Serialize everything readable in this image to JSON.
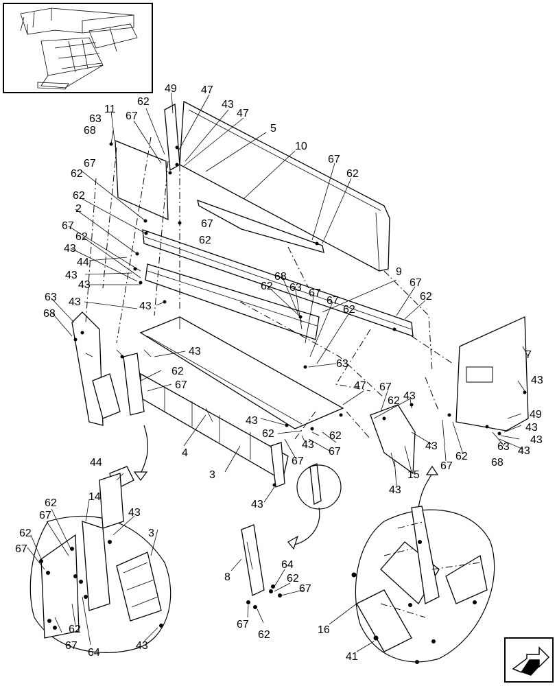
{
  "labels": {
    "l49a": "49",
    "l47a": "47",
    "l62a": "62",
    "l43a": "43",
    "l47b": "47",
    "l63a": "63",
    "l11": "11",
    "l67a": "67",
    "l68a": "68",
    "l5": "5",
    "l10": "10",
    "l67b": "67",
    "l62b": "62",
    "l67c": "67",
    "l62c": "62",
    "l2": "2",
    "l62d": "62",
    "l67d": "67",
    "l67e": "67",
    "l62e": "62",
    "l43b": "43",
    "l44a": "44",
    "l43c": "43",
    "l43d": "43",
    "l9": "9",
    "l67f": "67",
    "l62f": "62",
    "l62g": "62",
    "l68b": "68",
    "l63b": "63",
    "l67g": "67",
    "l63c": "63",
    "l43e": "43",
    "l68c": "68",
    "l67h": "67",
    "l62h": "62",
    "l43f": "43",
    "l7": "7",
    "l43g": "43",
    "l62i": "62",
    "l67i": "67",
    "l63d": "63",
    "l47c": "47",
    "l67j": "67",
    "l62j": "62",
    "l43h": "43",
    "l49b": "49",
    "l43i": "43",
    "l43j": "43",
    "l43k": "43",
    "l43l": "43",
    "l62k": "62",
    "l62l": "62",
    "l43m": "43",
    "l62m": "62",
    "l67k": "67",
    "l67l": "67",
    "l63e": "63",
    "l68d": "68",
    "l4": "4",
    "l67m": "67",
    "l3a": "3",
    "l15": "15",
    "l43n": "43",
    "l43o": "43",
    "l44b": "44",
    "l14": "14",
    "l43p": "43",
    "l62n": "62",
    "l67n": "67",
    "l3b": "3",
    "l62o": "62",
    "l67o": "67",
    "l62p": "62",
    "l67p": "67",
    "l64a": "64",
    "l43q": "43",
    "l8": "8",
    "l64b": "64",
    "l62q": "62",
    "l67q": "67",
    "l67r": "67",
    "l62r": "62",
    "l16": "16",
    "l41": "41"
  },
  "icons": {
    "thumbnail": "machine-thumbnail-icon",
    "next": "next-page-arrow-icon"
  }
}
